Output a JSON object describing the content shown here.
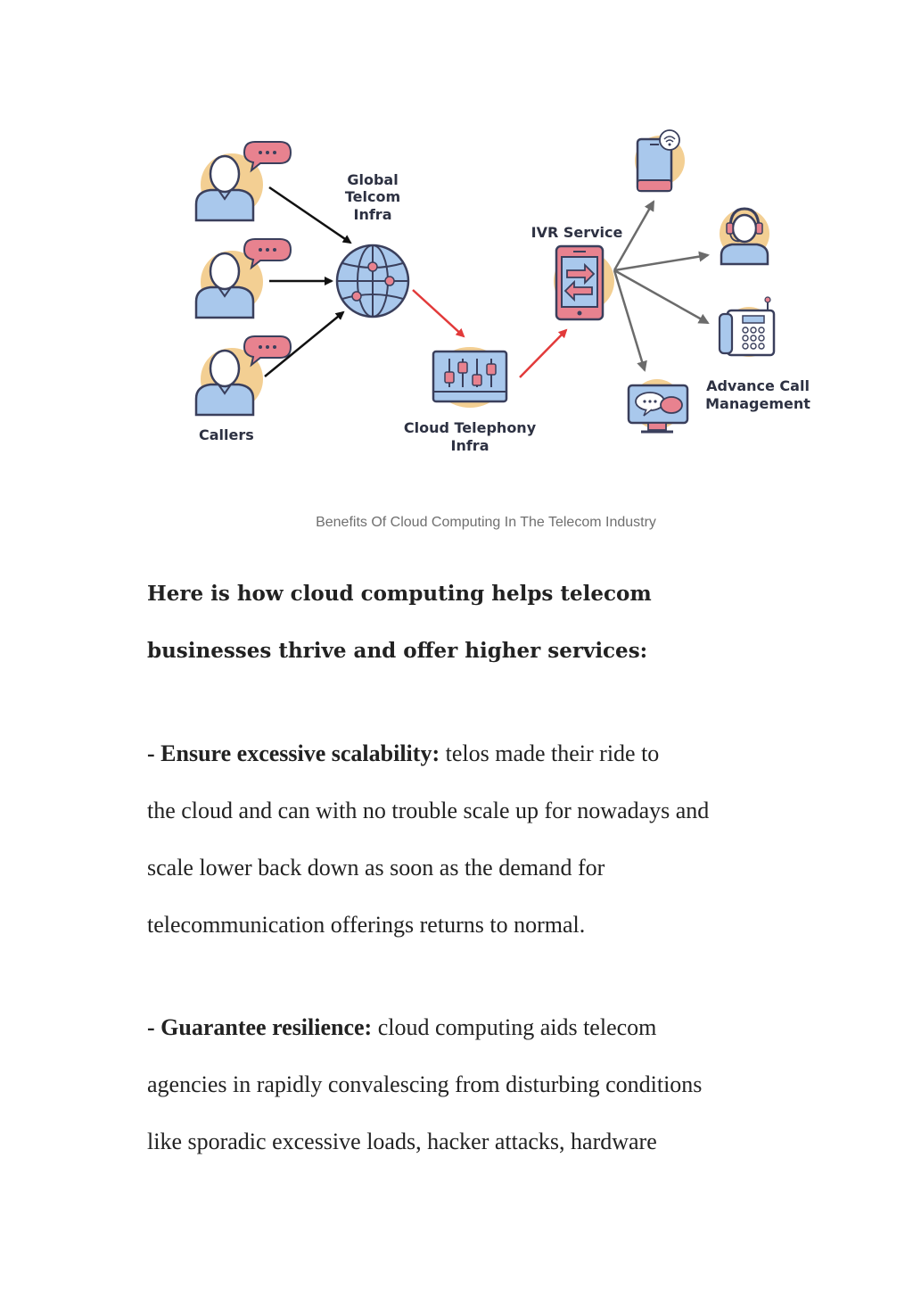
{
  "diagram": {
    "labels": {
      "callers": "Callers",
      "global_line1": "Global",
      "global_line2": "Telcom",
      "global_line3": "Infra",
      "cloud_line1": "Cloud Telephony",
      "cloud_line2": "Infra",
      "ivr": "IVR Service",
      "advance_line1": "Advance Call",
      "advance_line2": "Management"
    },
    "icons": [
      "caller-icon",
      "globe-icon",
      "equalizer-icon",
      "ivr-phone-icon",
      "smartphone-wifi-icon",
      "agent-headset-icon",
      "desk-phone-icon",
      "chat-monitor-icon"
    ],
    "colors": {
      "accent_orange": "#f3cf93",
      "accent_pink": "#e8828f",
      "accent_blue": "#a9c8ec",
      "outline": "#3a3f5c",
      "red_arrow": "#e23a3a",
      "gray_arrow": "#6b6b6b"
    }
  },
  "caption": "Benefits Of Cloud Computing In The Telecom Industry",
  "heading": {
    "line1": "Here is how cloud computing helps telecom",
    "line2": "businesses thrive and offer higher services:"
  },
  "items": [
    {
      "title": "- Ensure excessive scalability:",
      "lines": [
        " telos made their ride to",
        "the cloud and can with no trouble scale up for nowadays and",
        "scale lower back down as soon as the demand for",
        "telecommunication offerings returns to normal."
      ]
    },
    {
      "title": "- Guarantee resilience:",
      "lines": [
        " cloud computing aids telecom",
        "agencies in rapidly convalescing from disturbing conditions",
        "like sporadic excessive loads, hacker attacks, hardware"
      ]
    }
  ]
}
